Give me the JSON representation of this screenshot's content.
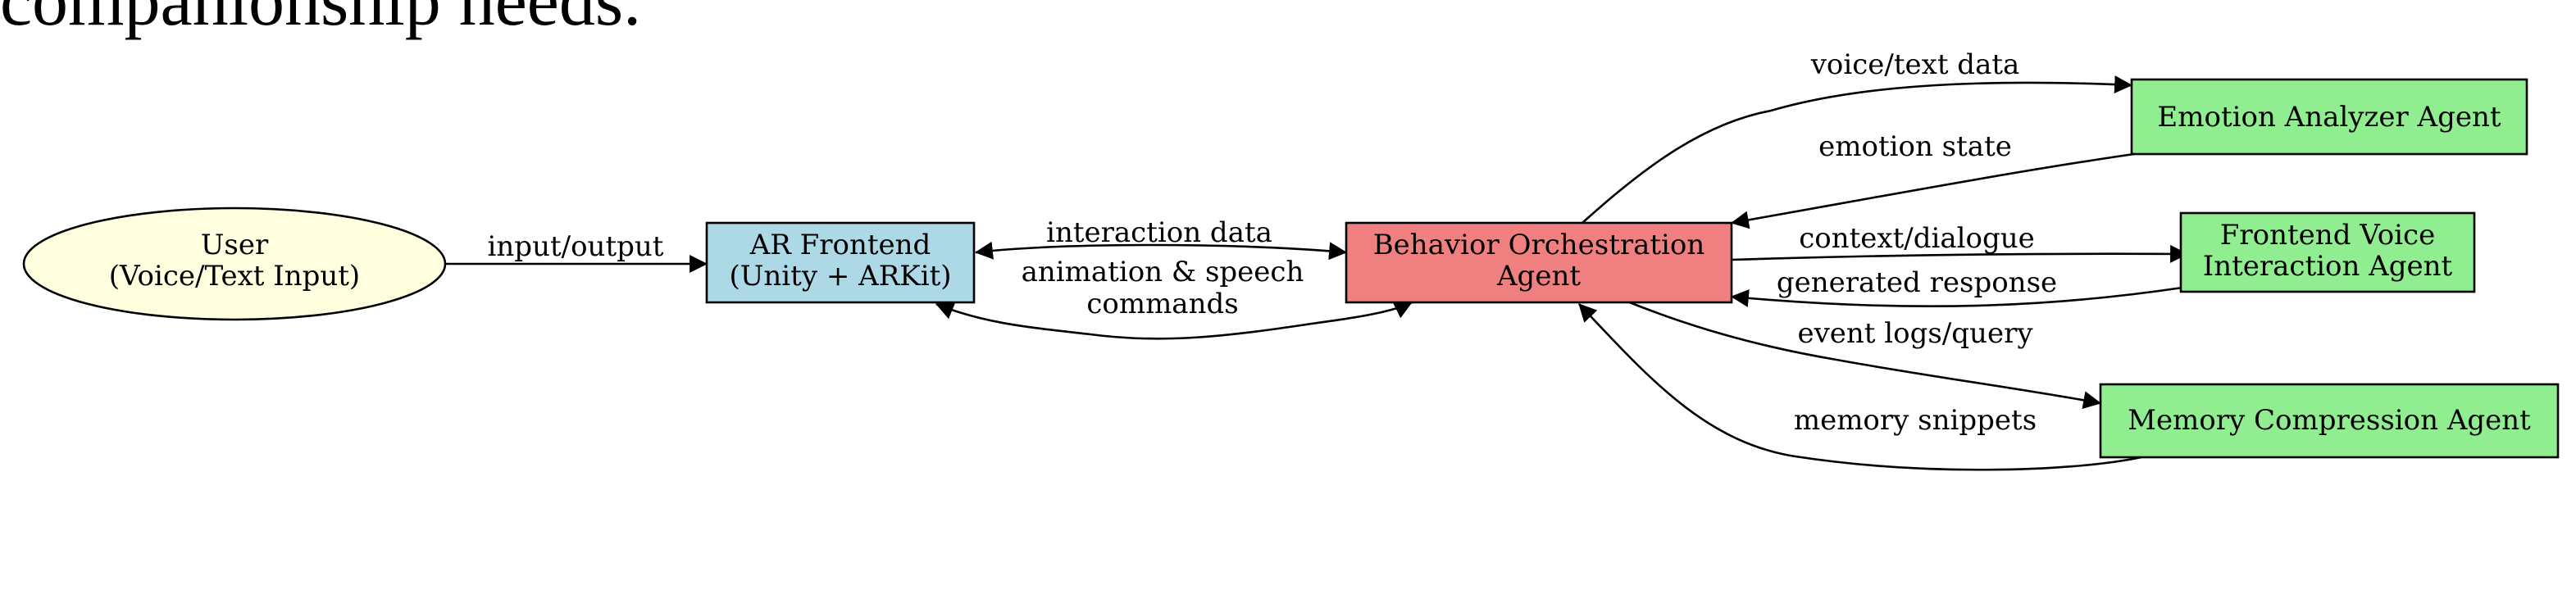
{
  "caption": "companionship needs.",
  "colors": {
    "user": "#ffffe0",
    "frontend": "#add8e6",
    "orchestrator": "#f08080",
    "agent": "#90ee90"
  },
  "nodes": {
    "user": {
      "line1": "User",
      "line2": "(Voice/Text Input)"
    },
    "ar_frontend": {
      "line1": "AR Frontend",
      "line2": "(Unity + ARKit)"
    },
    "orchestrator": {
      "line1": "Behavior Orchestration",
      "line2": "Agent"
    },
    "emotion": {
      "line1": "Emotion Analyzer Agent"
    },
    "voice": {
      "line1": "Frontend Voice",
      "line2": "Interaction Agent"
    },
    "memory": {
      "line1": "Memory Compression Agent"
    }
  },
  "edges": {
    "input_output": "input/output",
    "interaction_data": "interaction data",
    "animation_line1": "animation & speech",
    "animation_line2": "commands",
    "voice_text_data": "voice/text data",
    "emotion_state": "emotion state",
    "context_dialogue": "context/dialogue",
    "generated_response": "generated response",
    "event_logs_query": "event logs/query",
    "memory_snippets": "memory snippets"
  }
}
